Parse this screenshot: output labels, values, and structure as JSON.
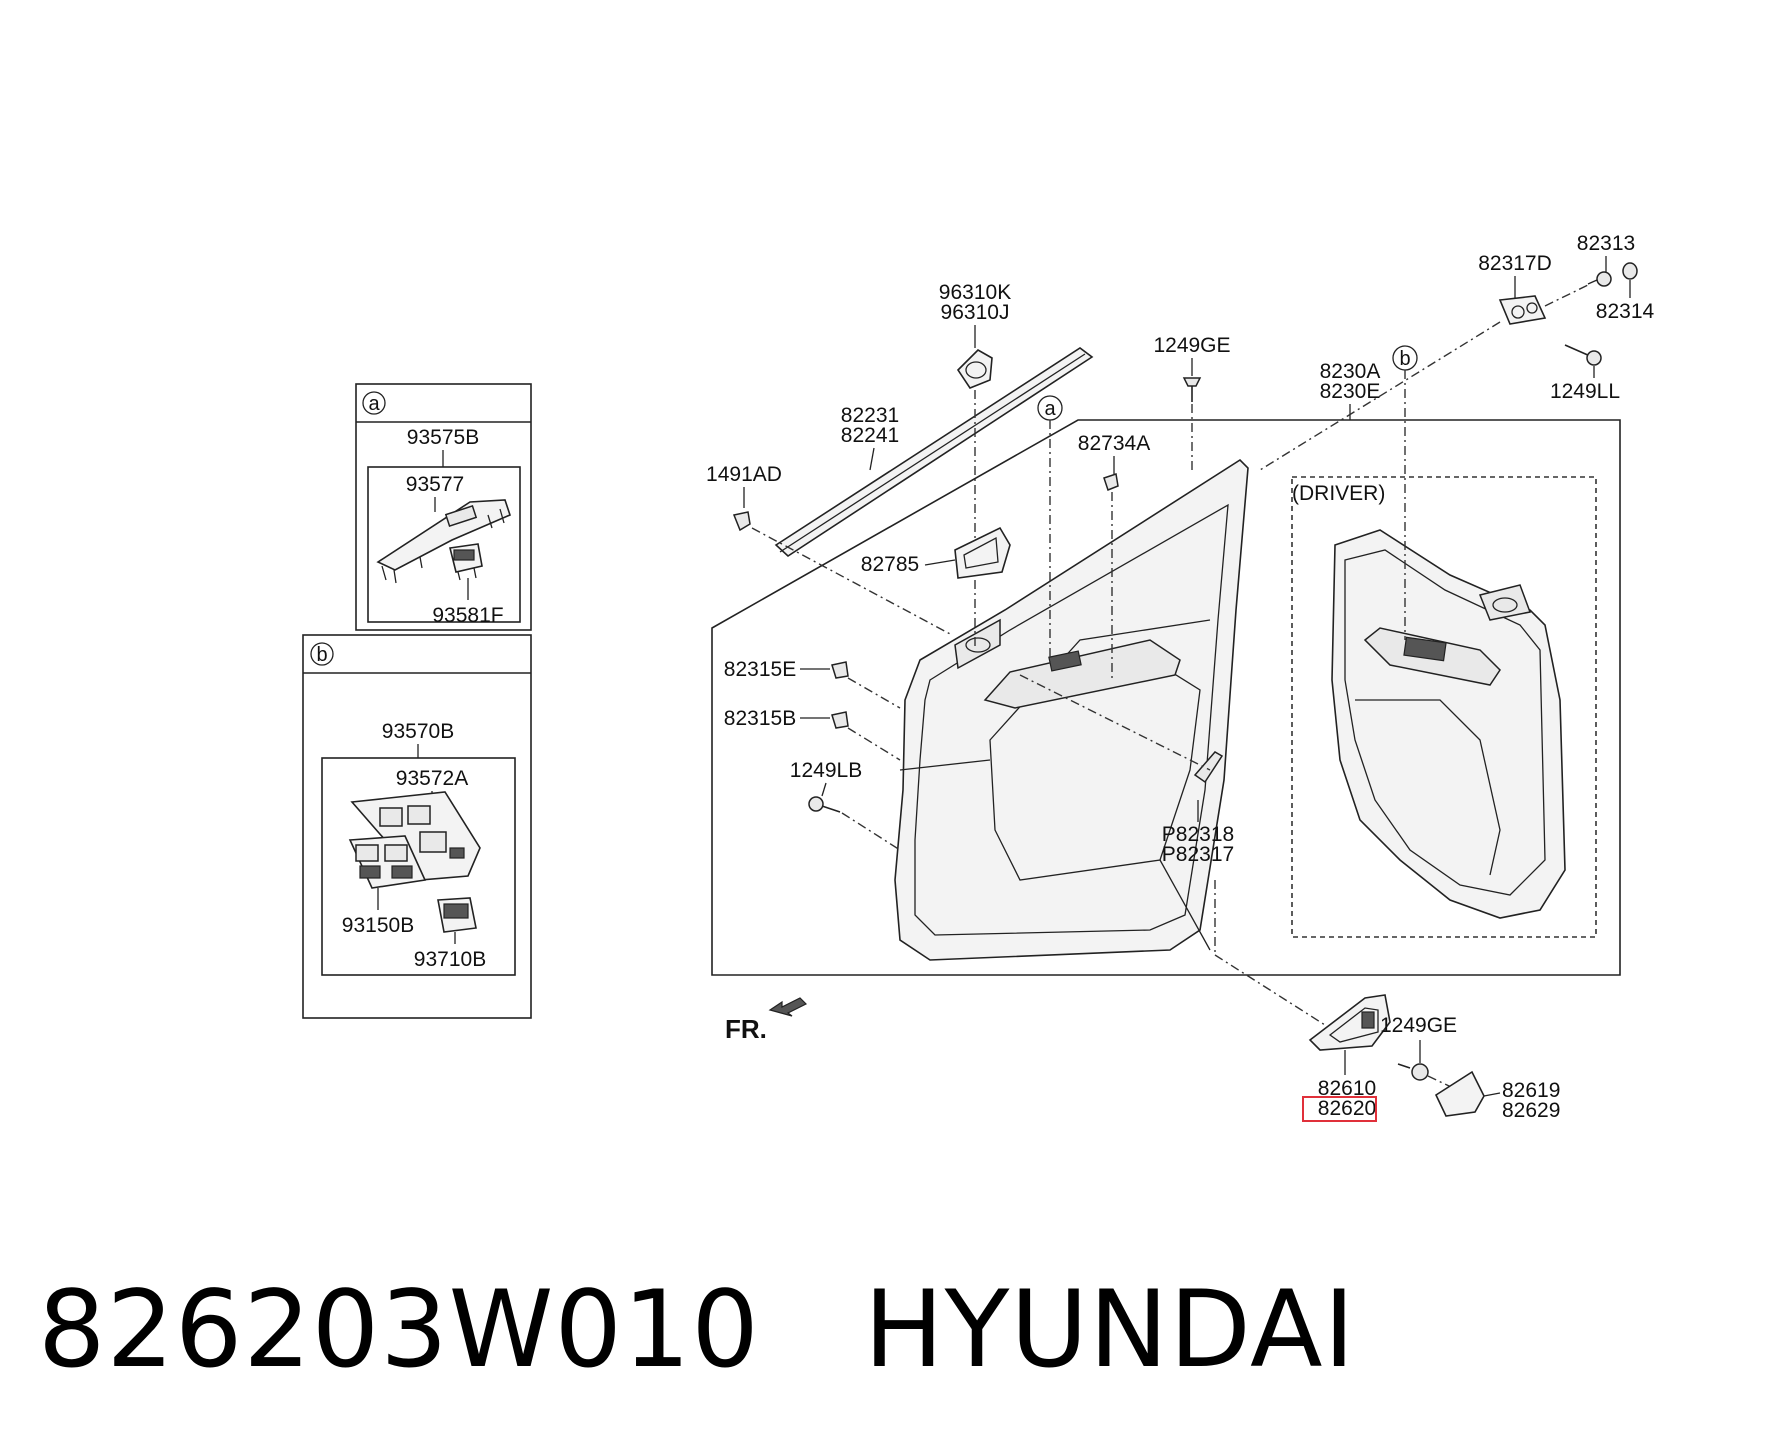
{
  "caption": {
    "part_number": "826203W010",
    "brand": "HYUNDAI"
  },
  "inset_a": {
    "marker": "a",
    "assembly": "93575B",
    "part_top": "93577",
    "part_bottom": "93581F"
  },
  "inset_b": {
    "marker": "b",
    "assembly": "93570B",
    "part_top": "93572A",
    "part_mid": "93150B",
    "part_bottom": "93710B"
  },
  "main": {
    "label_96310K": "96310K",
    "label_96310J": "96310J",
    "label_82231": "82231",
    "label_82241": "82241",
    "label_1491AD": "1491AD",
    "label_1249GE_top": "1249GE",
    "label_82734A": "82734A",
    "label_8230A": "8230A",
    "label_8230E": "8230E",
    "label_82317D": "82317D",
    "label_82313": "82313",
    "label_82314": "82314",
    "label_1249LL": "1249LL",
    "label_82785": "82785",
    "label_82315E": "82315E",
    "label_82315B": "82315B",
    "label_1249LB": "1249LB",
    "label_P82318": "P82318",
    "label_P82317": "P82317",
    "driver_label": "(DRIVER)",
    "marker_a": "a",
    "marker_b": "b",
    "fr_label": "FR.",
    "label_82610": "82610",
    "label_82620": "82620",
    "label_1249GE_bottom": "1249GE",
    "label_82619": "82619",
    "label_82629": "82629"
  },
  "colors": {
    "highlight_box": "#e0303a",
    "line": "#222222"
  }
}
